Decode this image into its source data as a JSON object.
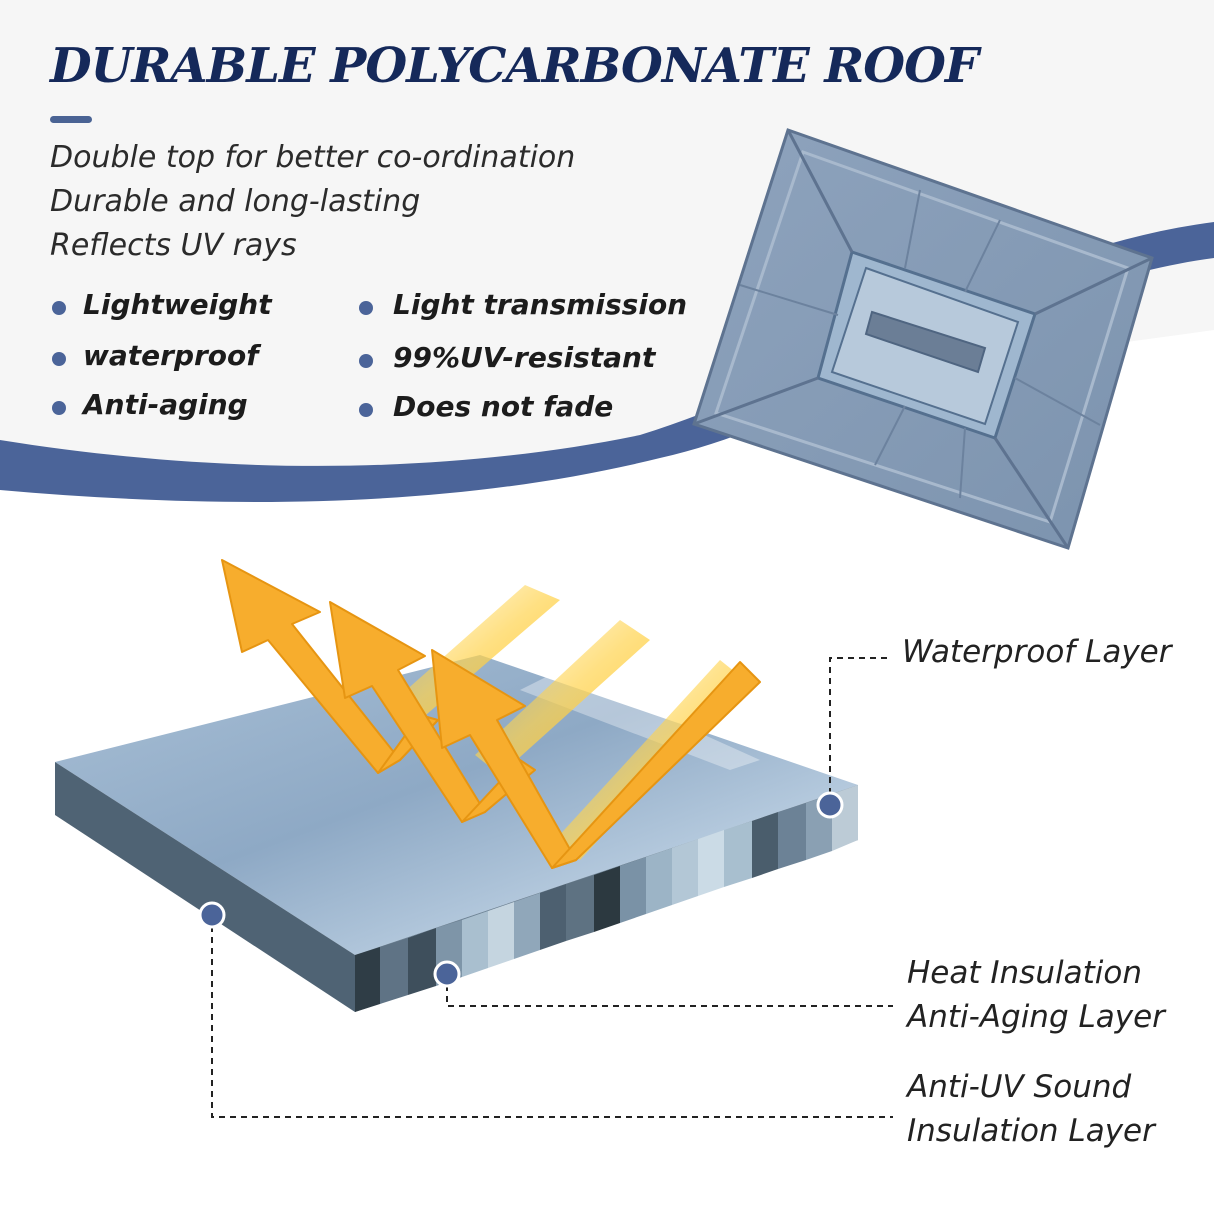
{
  "header": {
    "title": "DURABLE POLYCARBONATE ROOF"
  },
  "intro": {
    "lines": [
      "Double top for better co-ordination",
      "Durable and long-lasting",
      "Reflects UV rays"
    ]
  },
  "features": {
    "left": [
      "Lightweight",
      "waterproof",
      "Anti-aging"
    ],
    "right": [
      "Light transmission",
      "99%UV-resistant",
      "Does not fade"
    ]
  },
  "layers": {
    "waterproof": "Waterproof Layer",
    "heat_line1": "Heat Insulation",
    "heat_line2": "Anti-Aging Layer",
    "antiuv_line1": "Anti-UV Sound",
    "antiuv_line2": "Insulation Layer"
  },
  "colors": {
    "navy": "#15295a",
    "accent_blue": "#4b6499",
    "arrow_orange": "#f7ad2d",
    "panel_blue": "#8eaac6"
  }
}
